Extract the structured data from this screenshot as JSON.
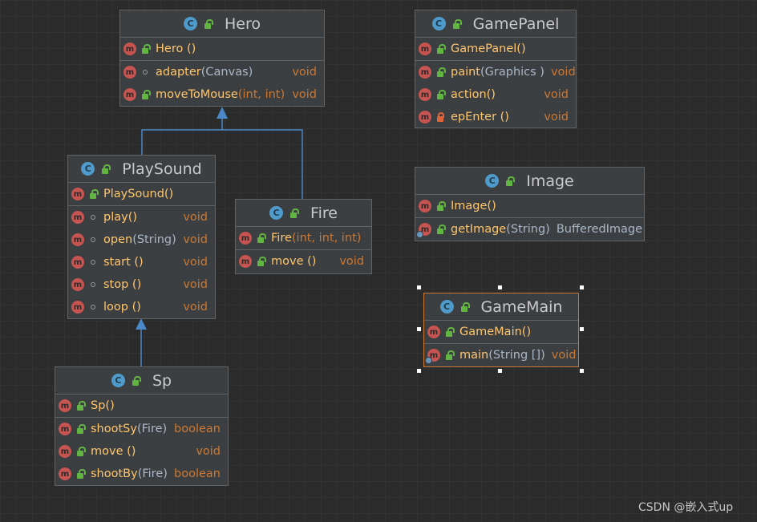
{
  "classes": {
    "hero": {
      "name": "Hero",
      "constructor": "Hero ()",
      "methods": [
        {
          "name": "adapter",
          "params": "(Canvas)",
          "ret": "void",
          "vis": "package"
        },
        {
          "name": "moveToMouse",
          "params": " (int, int)",
          "ret": "void",
          "vis": "public"
        }
      ]
    },
    "gamepanel": {
      "name": "GamePanel",
      "constructor": "GamePanel()",
      "methods": [
        {
          "name": "paint",
          "params": "(Graphics )",
          "ret": "void",
          "vis": "public"
        },
        {
          "name": "action()",
          "params": "",
          "ret": "void",
          "vis": "public"
        },
        {
          "name": "epEnter ()",
          "params": "",
          "ret": "void",
          "vis": "private"
        }
      ]
    },
    "playsound": {
      "name": "PlaySound",
      "constructor": "PlaySound()",
      "methods": [
        {
          "name": "play()",
          "params": "",
          "ret": "void",
          "vis": "package"
        },
        {
          "name": "open",
          "params": "(String)",
          "ret": "void",
          "vis": "package"
        },
        {
          "name": "start ()",
          "params": "",
          "ret": "void",
          "vis": "package"
        },
        {
          "name": "stop ()",
          "params": "",
          "ret": "void",
          "vis": "package"
        },
        {
          "name": "loop ()",
          "params": "",
          "ret": "void",
          "vis": "package"
        }
      ]
    },
    "fire": {
      "name": "Fire",
      "constructor": "Fire",
      "constructor_params": " (int, int, int)",
      "methods": [
        {
          "name": "move ()",
          "params": "",
          "ret": "void",
          "vis": "public"
        }
      ]
    },
    "image": {
      "name": "Image",
      "constructor": "Image()",
      "methods": [
        {
          "name": "getImage",
          "params": " (String)",
          "ret": "BufferedImage",
          "vis": "public"
        }
      ]
    },
    "gamemain": {
      "name": "GameMain",
      "constructor": "GameMain()",
      "methods": [
        {
          "name": "main",
          "params": "(String [])",
          "ret": "void",
          "vis": "public"
        }
      ]
    },
    "sp": {
      "name": "Sp",
      "constructor": "Sp()",
      "methods": [
        {
          "name": "shootSy",
          "params": " (Fire)",
          "ret": "boolean",
          "vis": "public"
        },
        {
          "name": "move ()",
          "params": "",
          "ret": "void",
          "vis": "public"
        },
        {
          "name": "shootBy",
          "params": " (Fire)",
          "ret": "boolean",
          "vis": "public"
        }
      ]
    }
  },
  "icons": {
    "class": "C",
    "method": "m"
  },
  "watermark": "CSDN @嵌入式up",
  "colors": {
    "background": "#2b2b2b",
    "box": "#3c3f41",
    "method_name": "#ffc66d",
    "return_type": "#cc7832",
    "params": "#a9b7c6",
    "inheritance_arrow": "#4a88c7",
    "selection": "#cc7832"
  }
}
